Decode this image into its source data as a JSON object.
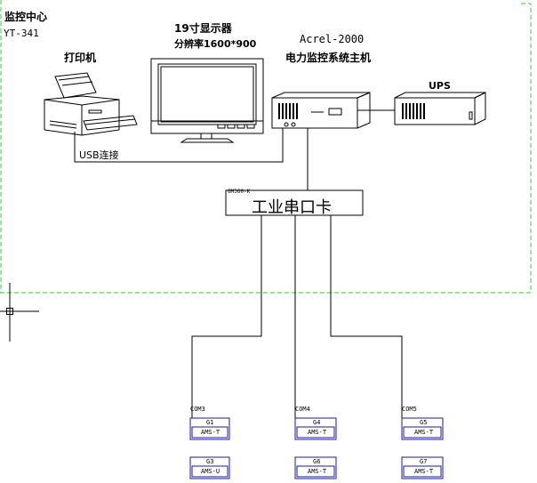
{
  "center": {
    "title": "监控中心",
    "code": "YT-341"
  },
  "printer": {
    "label": "打印机",
    "link": "USB连接"
  },
  "monitor": {
    "line1": "19寸显示器",
    "line2": "分辨率1600*900"
  },
  "host": {
    "line1": "Acrel-2000",
    "line2": "电力监控系统主机"
  },
  "ups": {
    "label": "UPS"
  },
  "serial_card": {
    "small": "GM360-K",
    "label": "工业串口卡"
  },
  "ports": [
    {
      "name": "COM3",
      "devices": [
        {
          "id": "G1",
          "model": "AMS-T"
        },
        {
          "id": "G3",
          "model": "AMS-U"
        }
      ]
    },
    {
      "name": "COM4",
      "devices": [
        {
          "id": "G4",
          "model": "AMS-T"
        },
        {
          "id": "G6",
          "model": "AMS-T"
        }
      ]
    },
    {
      "name": "COM5",
      "devices": [
        {
          "id": "G5",
          "model": "AMS-T"
        },
        {
          "id": "G7",
          "model": "AMS-T"
        }
      ]
    }
  ],
  "colors": {
    "boundary": "#5fd35f",
    "device_frame": "#1a1aa6",
    "line": "#000000"
  }
}
